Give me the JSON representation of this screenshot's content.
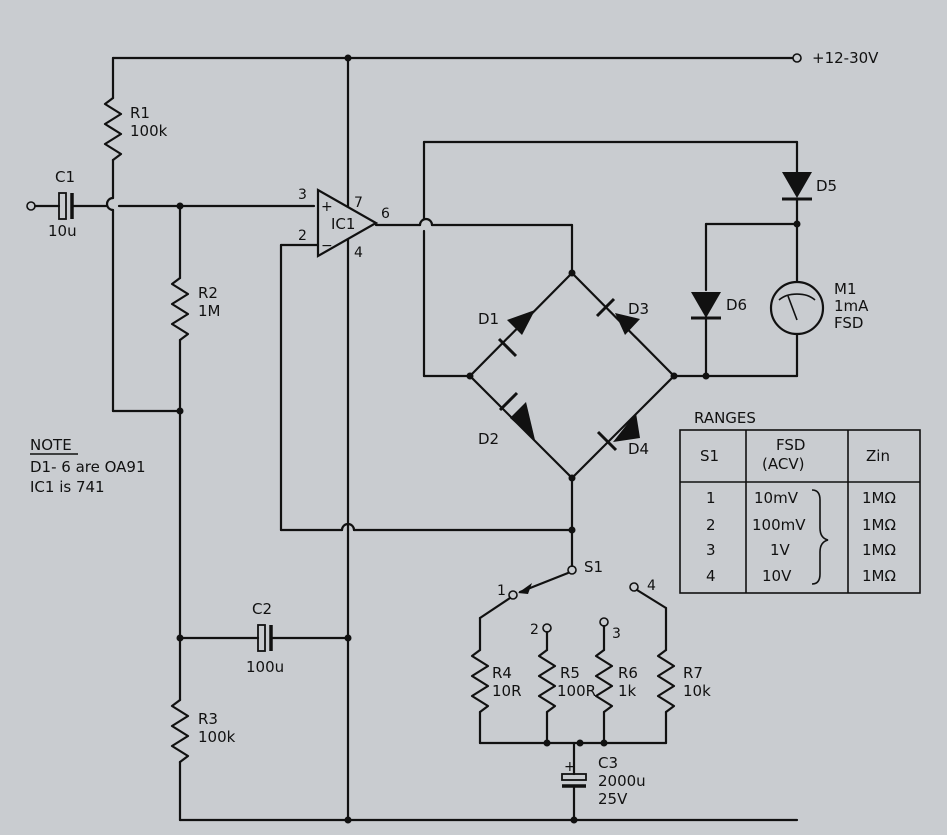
{
  "supply_label": "+12-30V",
  "components": {
    "R1": {
      "ref": "R1",
      "value": "100k"
    },
    "R2": {
      "ref": "R2",
      "value": "1M"
    },
    "R3": {
      "ref": "R3",
      "value": "100k"
    },
    "R4": {
      "ref": "R4",
      "value": "10R"
    },
    "R5": {
      "ref": "R5",
      "value": "100R"
    },
    "R6": {
      "ref": "R6",
      "value": "1k"
    },
    "R7": {
      "ref": "R7",
      "value": "10k"
    },
    "C1": {
      "ref": "C1",
      "value": "10u"
    },
    "C2": {
      "ref": "C2",
      "value": "100u"
    },
    "C3": {
      "ref": "C3",
      "value": "2000u",
      "rating": "25V"
    },
    "IC1": {
      "ref": "IC1",
      "pin_plus": "3",
      "pin_minus": "2",
      "pin_out": "6",
      "pin_vplus": "7",
      "pin_vminus": "4",
      "plus_sign": "+",
      "minus_sign": "−"
    },
    "D1": "D1",
    "D2": "D2",
    "D3": "D3",
    "D4": "D4",
    "D5": "D5",
    "D6": "D6",
    "M1": {
      "ref": "M1",
      "spec1": "1mA",
      "spec2": "FSD"
    },
    "S1": {
      "ref": "S1",
      "pos1": "1",
      "pos2": "2",
      "pos3": "3",
      "pos4": "4"
    }
  },
  "note": {
    "heading": "NOTE",
    "line1": "D1- 6 are OA91",
    "line2": "IC1 is 741"
  },
  "ranges": {
    "title": "RANGES",
    "headers": {
      "s1": "S1",
      "fsd_1": "FSD",
      "fsd_2": "(ACV)",
      "zin": "Zin"
    },
    "rows": [
      {
        "s1": "1",
        "fsd": "10mV",
        "zin": "1MΩ"
      },
      {
        "s1": "2",
        "fsd": "100mV",
        "zin": "1MΩ"
      },
      {
        "s1": "3",
        "fsd": "1V",
        "zin": "1MΩ"
      },
      {
        "s1": "4",
        "fsd": "10V",
        "zin": "1MΩ"
      }
    ]
  }
}
